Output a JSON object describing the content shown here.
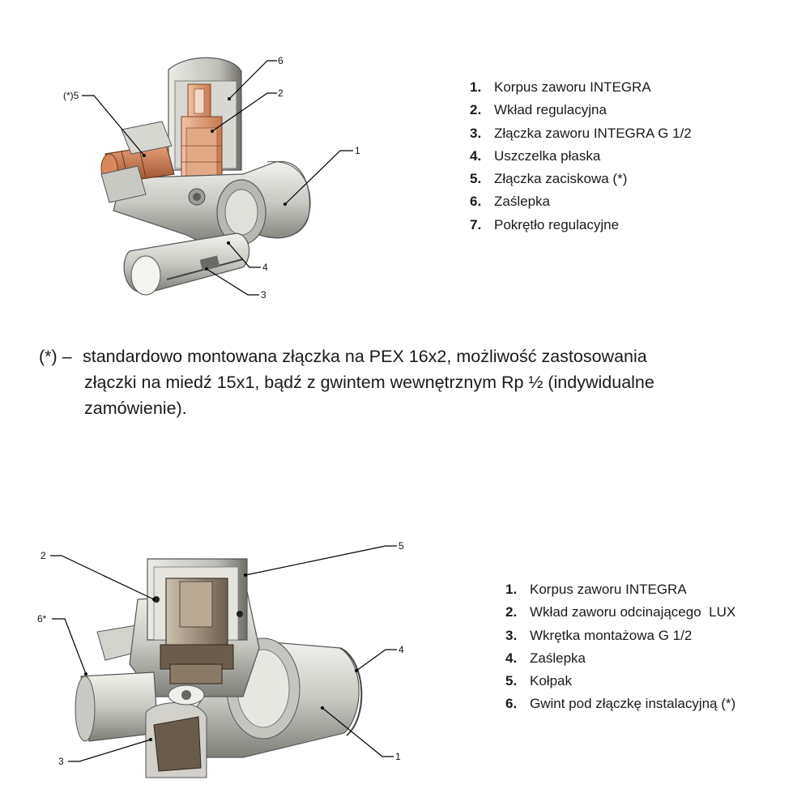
{
  "legend_top": [
    {
      "num": "1.",
      "text": "Korpus zaworu INTEGRA"
    },
    {
      "num": "2.",
      "text": "Wkład regulacyjna"
    },
    {
      "num": "3.",
      "text": "Złączka zaworu INTEGRA G 1/2"
    },
    {
      "num": "4.",
      "text": "Uszczelka płaska"
    },
    {
      "num": "5.",
      "text": "Złączka zaciskowa (*)"
    },
    {
      "num": "6.",
      "text": "Zaślepka"
    },
    {
      "num": "7.",
      "text": "Pokrętło regulacyjne"
    }
  ],
  "callouts_top": {
    "c6": "6",
    "c2": "2",
    "c5": "(*)5",
    "c1": "1",
    "c4": "4",
    "c3": "3"
  },
  "note": {
    "mark": "(*) –",
    "line1": "standardowo montowana złączka na PEX 16x2, możliwość zastosowania",
    "line2": "złączki na miedź 15x1, bądź z gwintem wewnętrznym Rp ½ (indywidualne",
    "line3": "zamówienie)."
  },
  "legend_bottom": [
    {
      "num": "1.",
      "text": "Korpus zaworu INTEGRA"
    },
    {
      "num": "2.",
      "text": "Wkład zaworu odcinającego  LUX"
    },
    {
      "num": "3.",
      "text": "Wkrętka montażowa G 1/2"
    },
    {
      "num": "4.",
      "text": "Zaślepka"
    },
    {
      "num": "5.",
      "text": "Kołpak"
    },
    {
      "num": "6.",
      "text": "Gwint pod złączkę instalacyjną (*)"
    }
  ],
  "callouts_bottom": {
    "c2": "2",
    "c5": "5",
    "c6": "6*",
    "c4": "4",
    "c3": "3",
    "c1": "1"
  },
  "colors": {
    "metal_light": "#d9d9d4",
    "metal_dark": "#8e8e88",
    "copper": "#c8734a",
    "bronze": "#8a7a68"
  }
}
